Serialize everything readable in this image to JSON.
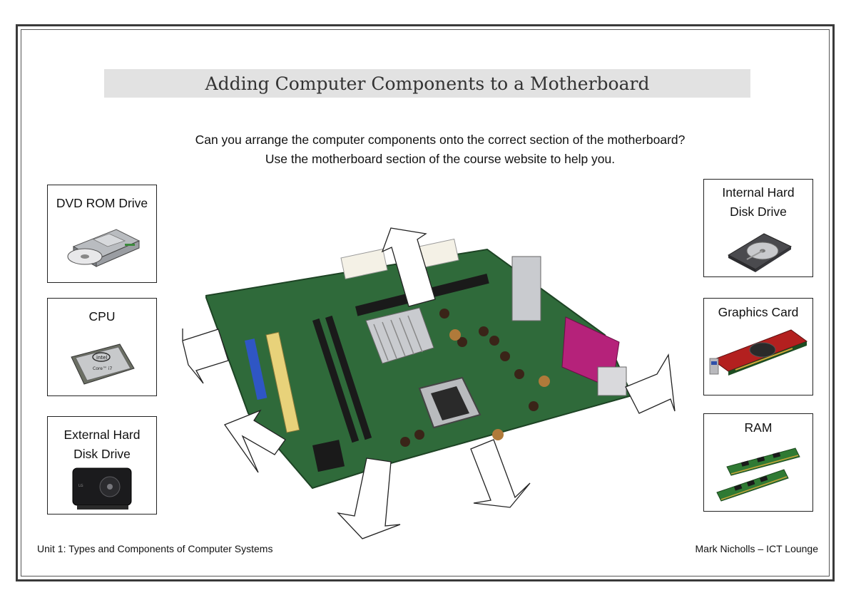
{
  "title": "Adding Computer Components to a Motherboard",
  "instructions": {
    "line1": "Can you arrange the computer components onto the correct section of the motherboard?",
    "line2": "Use the motherboard section of the course website to help you."
  },
  "components": {
    "dvd": {
      "label": "DVD ROM Drive",
      "icon": "dvd-drive-icon"
    },
    "cpu": {
      "label": "CPU",
      "icon": "cpu-chip-icon"
    },
    "external_hdd": {
      "label_line1": "External Hard",
      "label_line2": "Disk Drive",
      "icon": "external-hard-drive-icon"
    },
    "internal_hdd": {
      "label_line1": "Internal Hard",
      "label_line2": "Disk Drive",
      "icon": "internal-hard-drive-icon"
    },
    "graphics": {
      "label": "Graphics Card",
      "icon": "graphics-card-icon"
    },
    "ram": {
      "label": "RAM",
      "icon": "ram-module-icon"
    }
  },
  "cpu_brand": {
    "line1": "intel",
    "line2": "Core™ i7"
  },
  "footer": {
    "left": "Unit 1: Types and Components of Computer Systems",
    "right": "Mark Nicholls – ICT Lounge"
  },
  "colors": {
    "board_green": "#2f6a3a",
    "title_bar": "#e2e2e2",
    "border": "#3a3a3a"
  }
}
